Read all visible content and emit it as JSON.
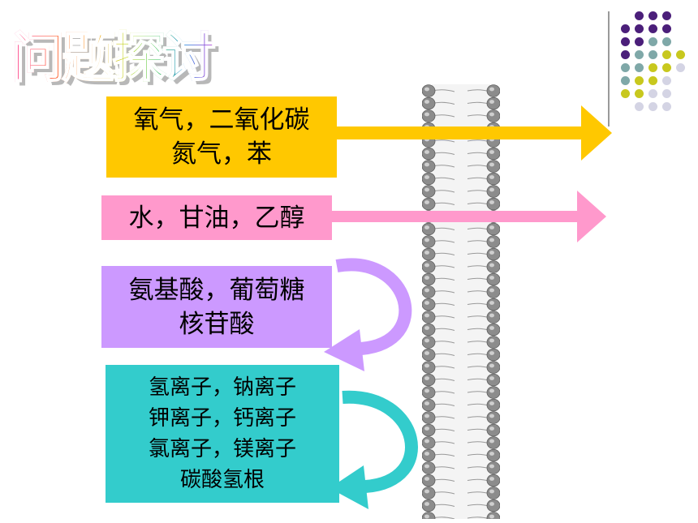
{
  "slide": {
    "title": "问题探讨",
    "colors": {
      "gas_box": "#ffc800",
      "polar_box": "#ff99cc",
      "organic_box": "#cc99ff",
      "ion_box": "#33cccc",
      "gas_arrow": "#ffc800",
      "polar_arrow": "#ff99cc",
      "organic_arrow": "#cc99ff",
      "ion_arrow": "#33cccc",
      "membrane_head": "#8c8c8c",
      "dot_purple": "#4b1f7a",
      "dot_teal": "#7fa8a8",
      "dot_yellow": "#c8c81e",
      "dot_light": "#d4d4e4"
    },
    "groups": [
      {
        "id": "gases",
        "lines": [
          "氧气，二氧化碳",
          "氮气，苯"
        ],
        "crosses_membrane": true
      },
      {
        "id": "small-polar",
        "lines": [
          "水，甘油，乙醇"
        ],
        "crosses_membrane": true
      },
      {
        "id": "organic",
        "lines": [
          "氨基酸，葡萄糖",
          "核苷酸"
        ],
        "crosses_membrane": false
      },
      {
        "id": "ions",
        "lines": [
          "氢离子，钠离子",
          "钾离子，钙离子",
          "氯离子，镁离子",
          "碳酸氢根"
        ],
        "crosses_membrane": false
      }
    ]
  }
}
